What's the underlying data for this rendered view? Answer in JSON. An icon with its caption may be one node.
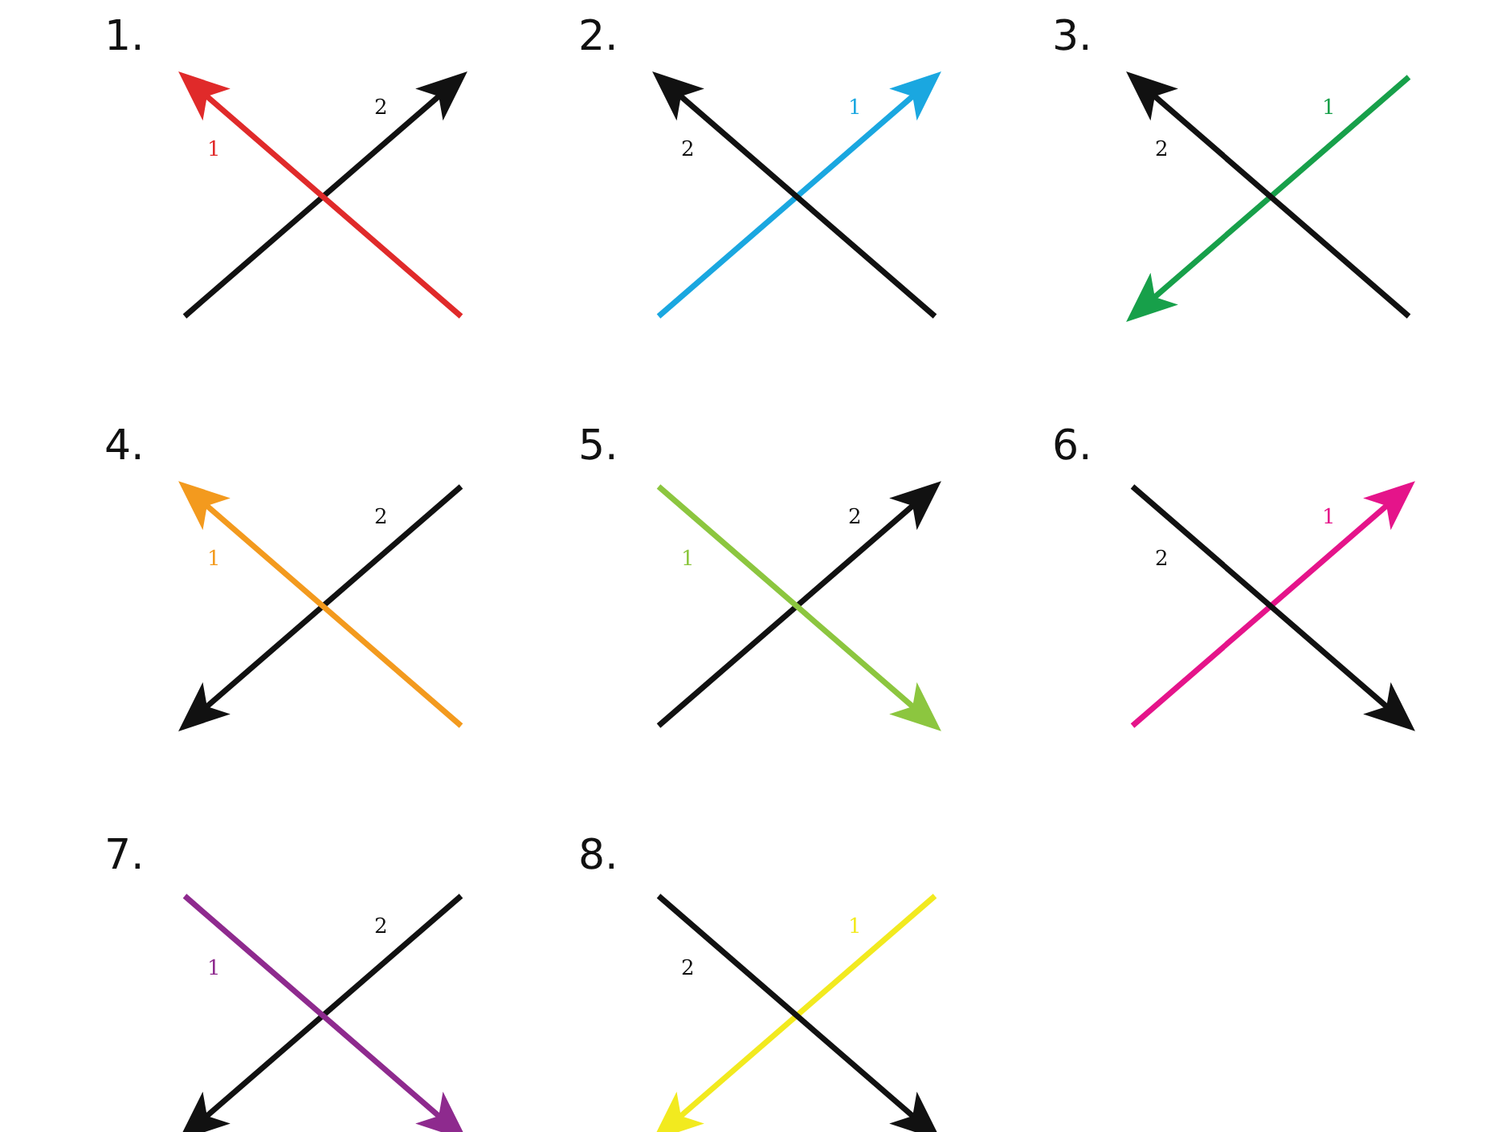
{
  "diagram": {
    "labels": [
      "1.",
      "2",
      "1",
      "2.",
      "1",
      "2",
      "3.",
      "1",
      "2",
      "4.",
      "2",
      "1",
      "5.",
      "2",
      "1",
      "6.",
      "1",
      "2",
      "7.",
      "2",
      "1",
      "8.",
      "1",
      "2"
    ]
  }
}
